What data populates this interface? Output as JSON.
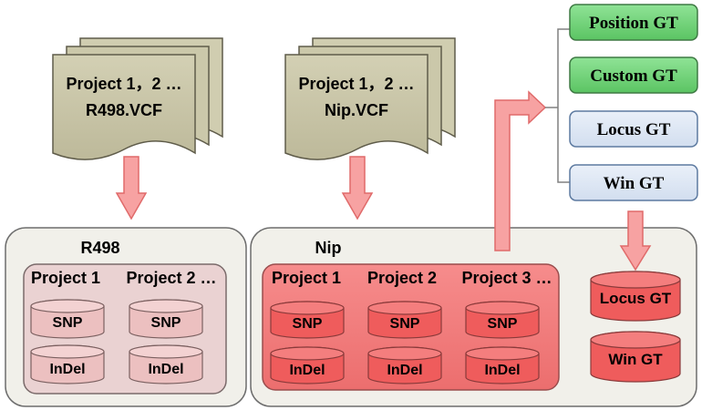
{
  "inputs": [
    {
      "line1": "Project 1，2 …",
      "line2": "R498.VCF"
    },
    {
      "line1": "Project 1，2 …",
      "line2": "Nip.VCF"
    }
  ],
  "gt_list": [
    {
      "label": "Position GT",
      "color": "#73d37a"
    },
    {
      "label": "Custom GT",
      "color": "#73d37a"
    },
    {
      "label": "Locus GT",
      "color": "#dde7f4"
    },
    {
      "label": "Win GT",
      "color": "#dde7f4"
    }
  ],
  "r498": {
    "title": "R498",
    "projects": [
      "Project 1",
      "Project 2 …"
    ],
    "snp": "SNP",
    "indel": "InDel"
  },
  "nip": {
    "title": "Nip",
    "projects": [
      "Project 1",
      "Project 2",
      "Project 3 …"
    ],
    "snp": "SNP",
    "indel": "InDel",
    "locus_gt": "Locus GT",
    "win_gt": "Win GT"
  },
  "colors": {
    "doc_fill": "#c8c5a6",
    "outer_panel": "#f1f0ea",
    "r498_inner": "#ead2d2",
    "r498_cyl": "#ecc0c0",
    "nip_inner": "#f07878",
    "nip_cyl": "#ef5c5c",
    "arrow_fill": "#f7a2a2",
    "arrow_stroke": "#e06a6a"
  }
}
